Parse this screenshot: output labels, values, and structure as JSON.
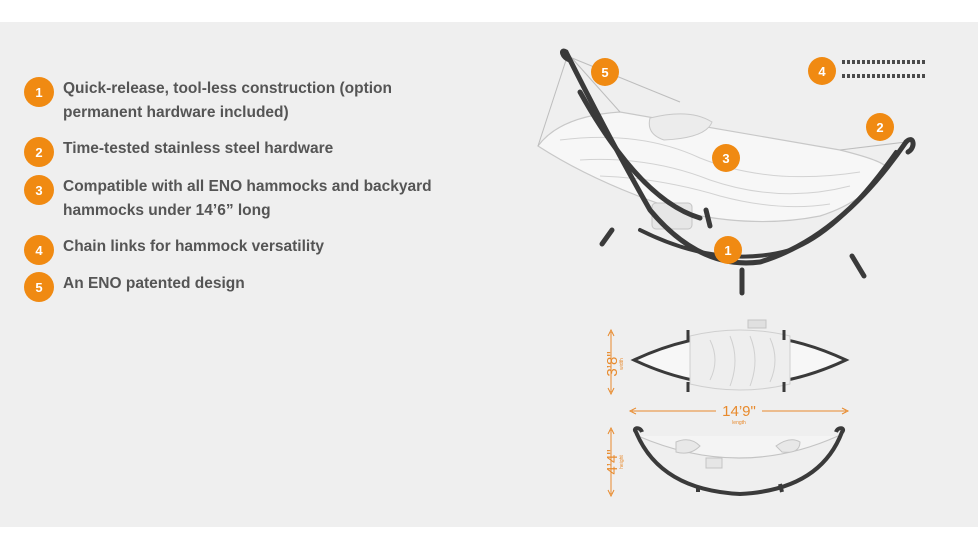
{
  "features": [
    {
      "number": "1",
      "text": "Quick-release, tool-less construction (option permanent hardware included)"
    },
    {
      "number": "2",
      "text": "Time-tested stainless steel hardware"
    },
    {
      "number": "3",
      "text": "Compatible with all ENO hammocks and backyard hammocks under 14’6” long"
    },
    {
      "number": "4",
      "text": "Chain links for hammock versatility"
    },
    {
      "number": "5",
      "text": "An ENO patented design"
    }
  ],
  "diagram": {
    "callouts": [
      "1",
      "2",
      "3",
      "4",
      "5"
    ],
    "width_label": "3’8\"",
    "width_sub": "width",
    "length_label": "14’9\"",
    "length_sub": "length",
    "height_label": "4’4\"",
    "height_sub": "height"
  },
  "colors": {
    "accent": "#f08a12",
    "frame": "#3a3a3a",
    "text": "#555555",
    "panel": "#efefef"
  }
}
